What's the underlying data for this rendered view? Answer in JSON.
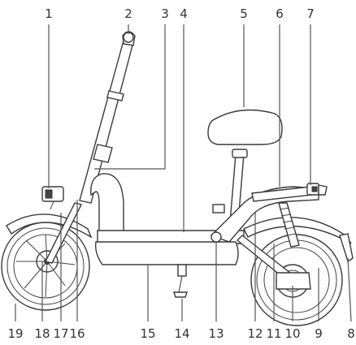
{
  "diagram": {
    "top_labels": [
      "1",
      "2",
      "3",
      "4",
      "5",
      "6",
      "7"
    ],
    "bottom_labels": [
      "19",
      "18",
      "17",
      "16",
      "15",
      "14",
      "13",
      "12",
      "11",
      "10",
      "9",
      "8"
    ]
  }
}
